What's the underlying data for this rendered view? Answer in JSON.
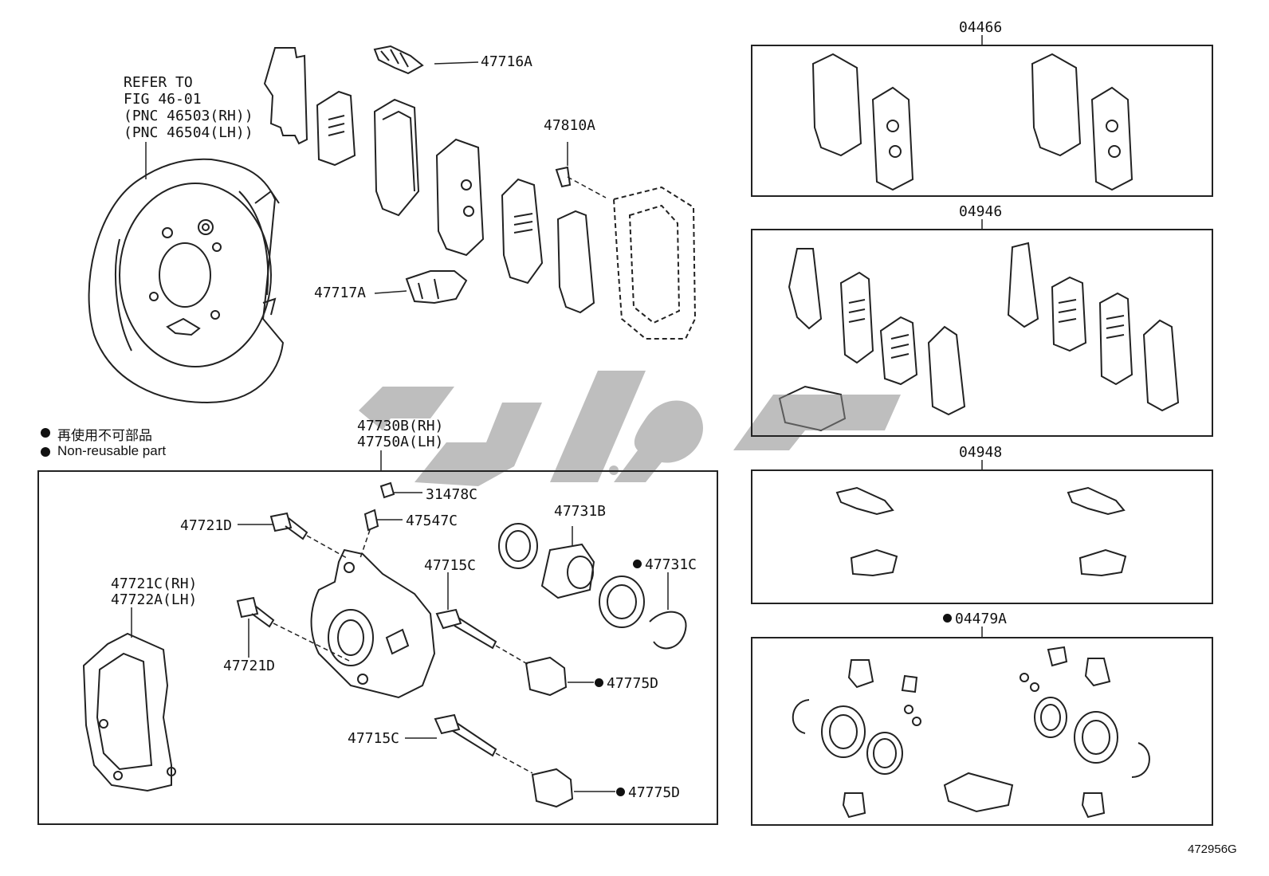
{
  "refer_note": [
    "REFER TO",
    "FIG 46-01",
    "(PNC 46503(RH))",
    "(PNC 46504(LH))"
  ],
  "legend": {
    "dot_cn": "再使用不可部品",
    "dot_en": "Non-reusable part"
  },
  "parts": {
    "p47716A": "47716A",
    "p47810A": "47810A",
    "p47717A": "47717A",
    "p47730B": "47730B(RH)",
    "p47750A": "47750A(LH)",
    "p31478C": "31478C",
    "p47547C": "47547C",
    "p47721D_a": "47721D",
    "p47721D_b": "47721D",
    "p47731B": "47731B",
    "p47731C": "47731C",
    "p47715C_a": "47715C",
    "p47715C_b": "47715C",
    "p47721C": "47721C(RH)",
    "p47722A": "47722A(LH)",
    "p47775D_a": "47775D",
    "p47775D_b": "47775D"
  },
  "kits": {
    "k04466": "04466",
    "k04946": "04946",
    "k04948": "04948",
    "k04479A": "04479A"
  },
  "figure_id": "472956G",
  "watermark_colors": {
    "grey": "#8a8a8a"
  }
}
